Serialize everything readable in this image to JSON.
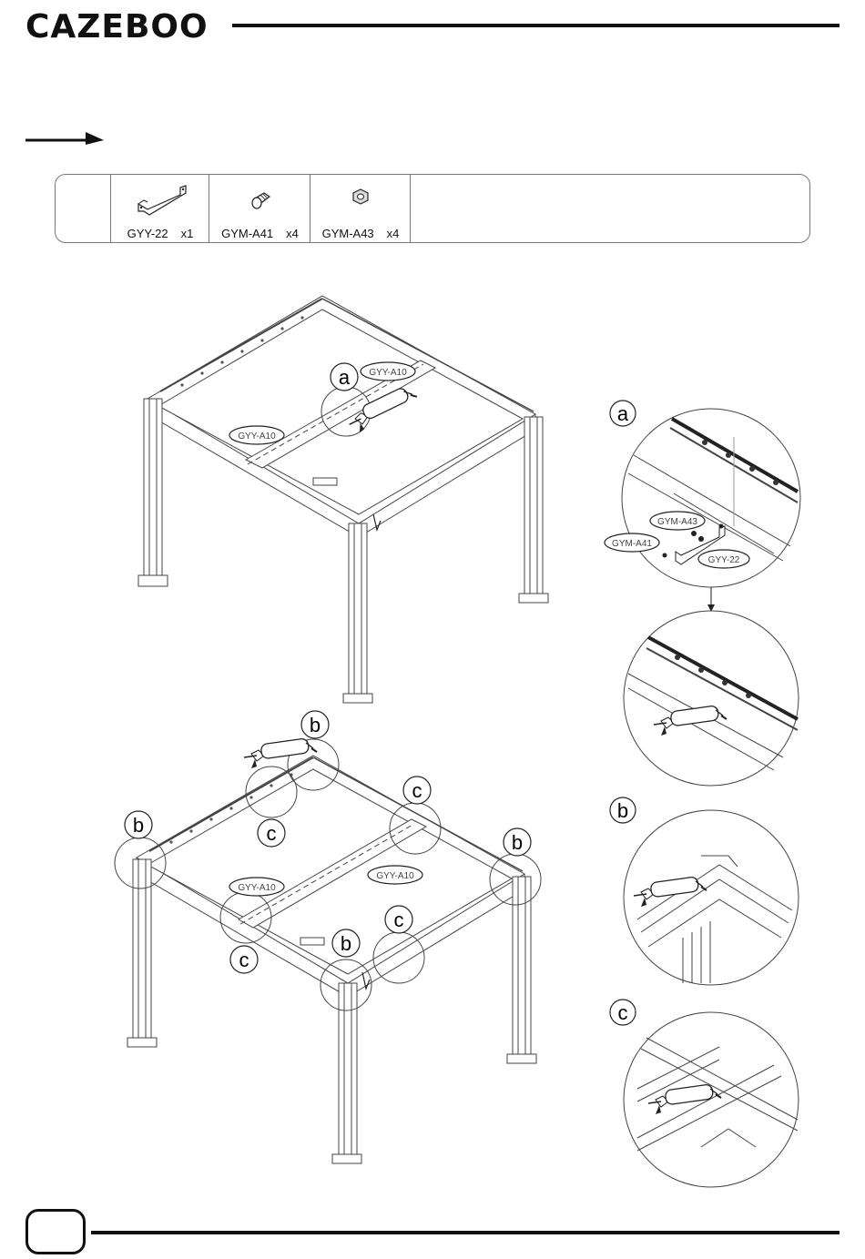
{
  "header": {
    "brand": "CAZEBOO"
  },
  "parts": [
    {
      "code": "GYY-22",
      "qty": "x1",
      "icon": "bracket-icon"
    },
    {
      "code": "GYM-A41",
      "qty": "x4",
      "icon": "bolt-icon"
    },
    {
      "code": "GYM-A43",
      "qty": "x4",
      "icon": "nut-icon"
    }
  ],
  "callouts": {
    "a": "a",
    "b": "b",
    "c": "c"
  },
  "part_tags": {
    "beam": "GYY-A10",
    "nut": "GYM-A43",
    "bolt": "GYM-A41",
    "bracket": "GYY-22"
  },
  "footer": {
    "page_number": ""
  }
}
